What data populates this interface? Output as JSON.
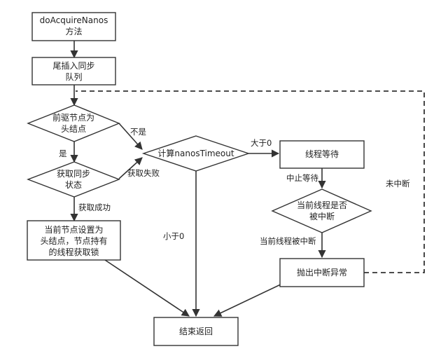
{
  "nodes": {
    "start": [
      "doAcquireNanos",
      "方法"
    ],
    "enqueue": [
      "尾插入同步",
      "队列"
    ],
    "pred_is_head": [
      "前驱节点为",
      "头结点"
    ],
    "try_acquire": [
      "获取同步",
      "状态"
    ],
    "set_head": [
      "当前节点设置为",
      "头结点，节点持有",
      "的线程获取锁"
    ],
    "calc_timeout": [
      "计算nanosTimeout"
    ],
    "thread_wait": [
      "线程等待"
    ],
    "is_interrupted": [
      "当前线程是否",
      "被中断"
    ],
    "throw_exception": [
      "抛出中断异常"
    ],
    "end": [
      "结束返回"
    ]
  },
  "edge_labels": {
    "not_head": "不是",
    "is_head": "是",
    "acquire_failed": "获取失败",
    "acquire_success": "获取成功",
    "less_than_zero": "小于0",
    "greater_than_zero": "大于0",
    "wait_stopped": "中止等待",
    "thread_interrupted": "当前线程被中断",
    "not_interrupted": "未中断"
  }
}
